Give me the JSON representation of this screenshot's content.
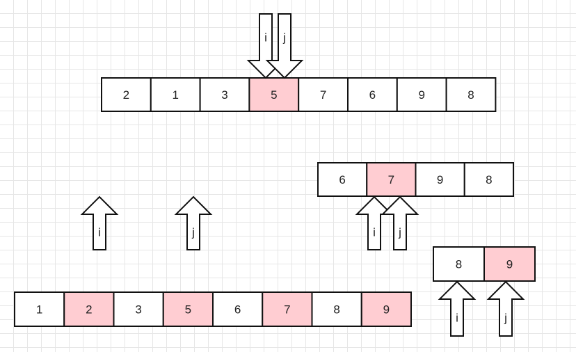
{
  "colors": {
    "highlight": "#ffcdd2",
    "plain": "#ffffff",
    "stroke": "#111111"
  },
  "arrays": [
    {
      "id": "array-top",
      "cells": [
        {
          "value": "2",
          "highlight": false
        },
        {
          "value": "1",
          "highlight": false
        },
        {
          "value": "3",
          "highlight": false
        },
        {
          "value": "5",
          "highlight": true
        },
        {
          "value": "7",
          "highlight": false
        },
        {
          "value": "6",
          "highlight": false
        },
        {
          "value": "9",
          "highlight": false
        },
        {
          "value": "8",
          "highlight": false
        }
      ]
    },
    {
      "id": "array-middle-right",
      "cells": [
        {
          "value": "6",
          "highlight": false
        },
        {
          "value": "7",
          "highlight": true
        },
        {
          "value": "9",
          "highlight": false
        },
        {
          "value": "8",
          "highlight": false
        }
      ]
    },
    {
      "id": "array-small-right",
      "cells": [
        {
          "value": "8",
          "highlight": false
        },
        {
          "value": "9",
          "highlight": true
        }
      ]
    },
    {
      "id": "array-bottom",
      "cells": [
        {
          "value": "1",
          "highlight": false
        },
        {
          "value": "2",
          "highlight": true
        },
        {
          "value": "3",
          "highlight": false
        },
        {
          "value": "5",
          "highlight": true
        },
        {
          "value": "6",
          "highlight": false
        },
        {
          "value": "7",
          "highlight": true
        },
        {
          "value": "8",
          "highlight": false
        },
        {
          "value": "9",
          "highlight": true
        }
      ]
    }
  ],
  "pointers": [
    {
      "id": "top-i",
      "label": "i",
      "direction": "down"
    },
    {
      "id": "top-j",
      "label": "j",
      "direction": "down"
    },
    {
      "id": "left-i",
      "label": "i",
      "direction": "up"
    },
    {
      "id": "left-j",
      "label": "j",
      "direction": "up"
    },
    {
      "id": "mid-i",
      "label": "i",
      "direction": "up"
    },
    {
      "id": "mid-j",
      "label": "j",
      "direction": "up"
    },
    {
      "id": "small-i",
      "label": "i",
      "direction": "up"
    },
    {
      "id": "small-j",
      "label": "j",
      "direction": "up"
    }
  ]
}
